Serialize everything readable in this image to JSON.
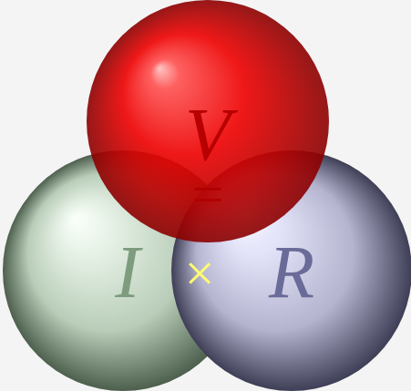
{
  "diagram": {
    "nodes": [
      {
        "text": [
          "V"
        ]
      },
      {
        "text": [
          "I"
        ]
      },
      {
        "text": [
          "R"
        ]
      }
    ],
    "labels": [
      "=",
      "×"
    ]
  }
}
